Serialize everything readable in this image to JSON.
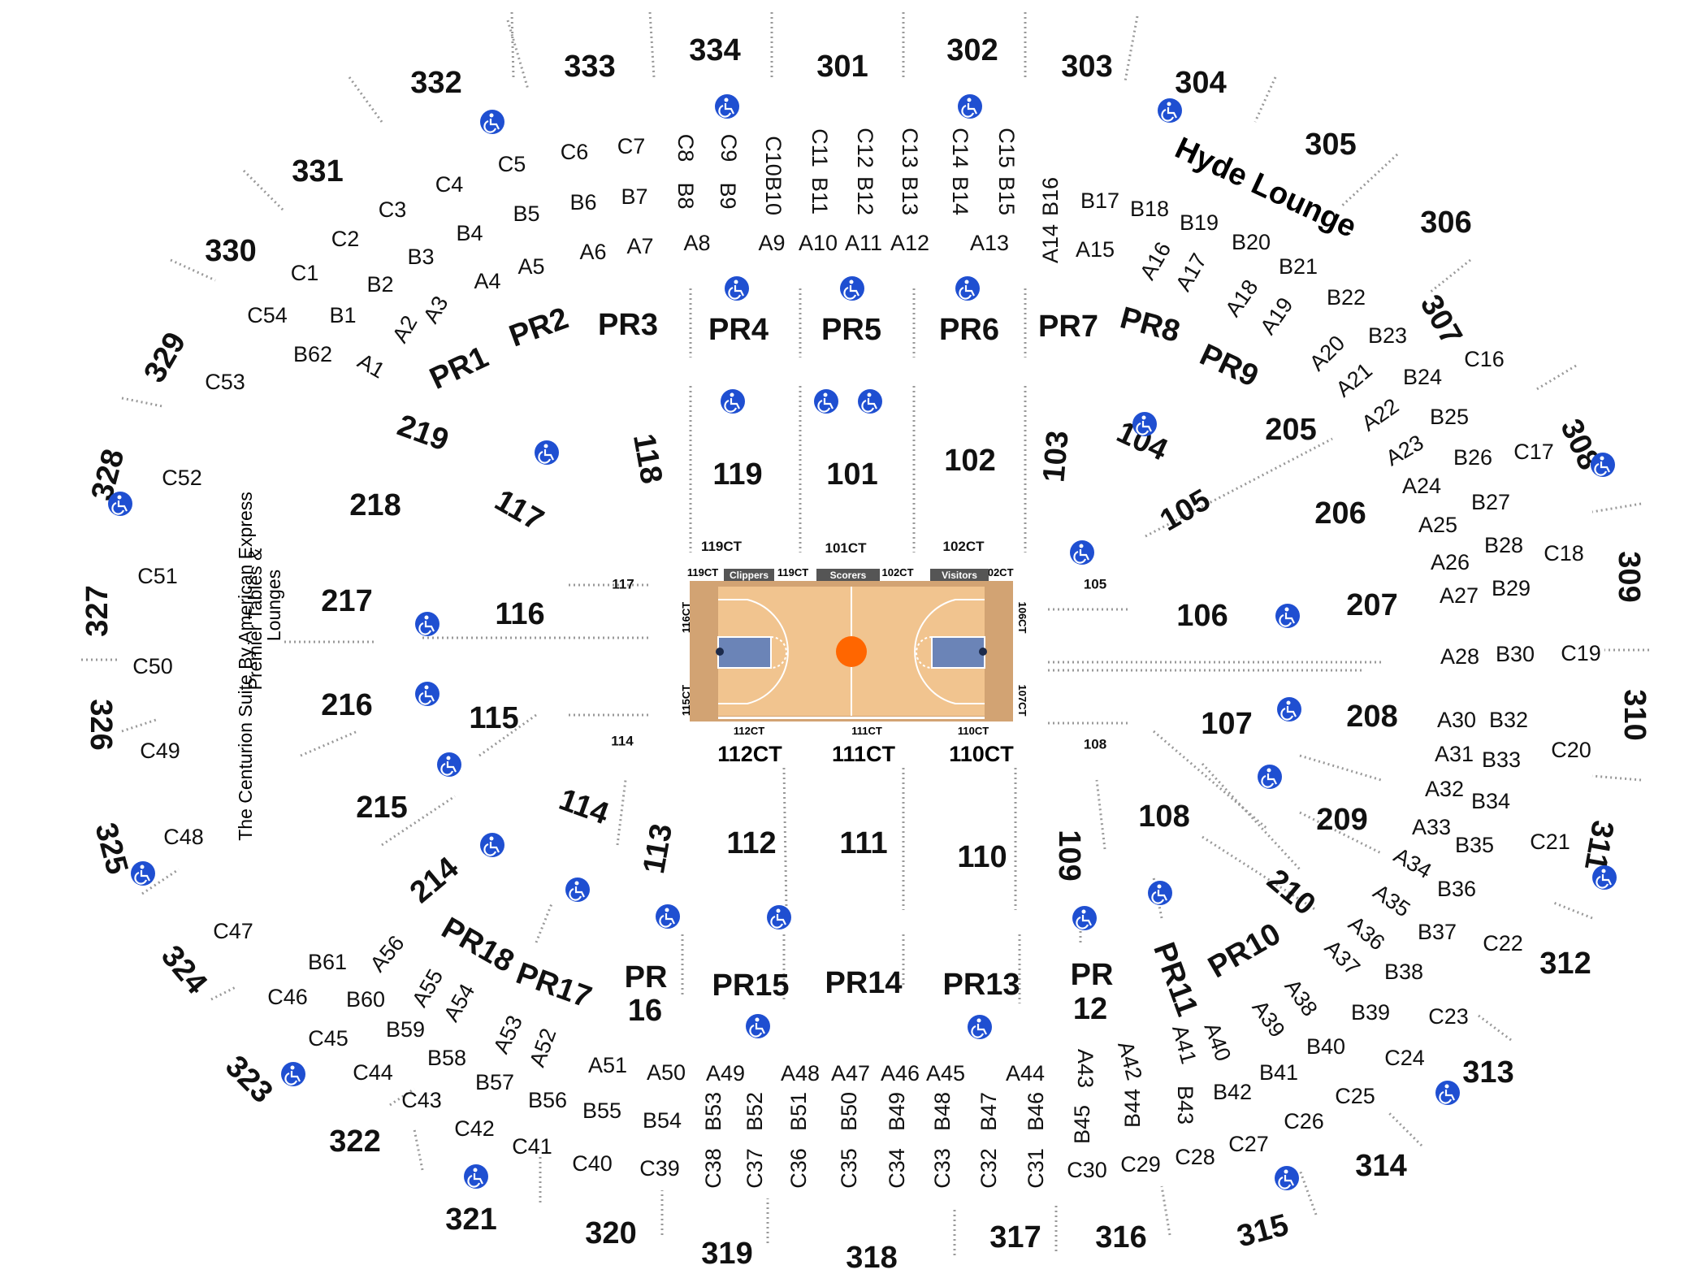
{
  "court": {
    "team_home": "Clippers",
    "team_scorers": "Scorers",
    "team_visitors": "Visitors",
    "ct_labels": {
      "c119": "119CT",
      "c101": "101CT",
      "c102": "102CT",
      "c119s": "119CT",
      "c119s2": "119CT",
      "c102s": "102CT",
      "c102s2": "102CT",
      "c116": "116CT",
      "c115": "115CT",
      "c106": "106CT",
      "c107": "107CT",
      "c112s": "112CT",
      "c111s": "111CT",
      "c110s": "110CT",
      "c112": "112CT",
      "c111": "111CT",
      "c110": "110CT"
    },
    "colors": {
      "floor": "#f1c48f",
      "paint": "#6b84b7",
      "apron": "#d2a373",
      "ball": "#ff6600"
    }
  },
  "lounges": {
    "hyde": "Hyde Lounge",
    "centurion": "The Centurion Suite By American Express",
    "premier": "Premier Tables & Lounges"
  },
  "accessible_icon": "wheelchair-icon",
  "accessible_color": "#1f4fd1",
  "sections": {
    "big": [
      {
        "id": "s332",
        "t": "332"
      },
      {
        "id": "s333",
        "t": "333"
      },
      {
        "id": "s334",
        "t": "334"
      },
      {
        "id": "s301",
        "t": "301"
      },
      {
        "id": "s302",
        "t": "302"
      },
      {
        "id": "s303",
        "t": "303"
      },
      {
        "id": "s304",
        "t": "304"
      },
      {
        "id": "s305",
        "t": "305"
      },
      {
        "id": "s306",
        "t": "306"
      },
      {
        "id": "s307",
        "t": "307"
      },
      {
        "id": "s331",
        "t": "331"
      },
      {
        "id": "s330",
        "t": "330"
      },
      {
        "id": "s329",
        "t": "329"
      },
      {
        "id": "s328",
        "t": "328"
      },
      {
        "id": "s327",
        "t": "327"
      },
      {
        "id": "s326",
        "t": "326"
      },
      {
        "id": "s325",
        "t": "325"
      },
      {
        "id": "s324",
        "t": "324"
      },
      {
        "id": "s323",
        "t": "323"
      },
      {
        "id": "s322",
        "t": "322"
      },
      {
        "id": "s321",
        "t": "321"
      },
      {
        "id": "s320",
        "t": "320"
      },
      {
        "id": "s319",
        "t": "319"
      },
      {
        "id": "s318",
        "t": "318"
      },
      {
        "id": "s317",
        "t": "317"
      },
      {
        "id": "s316",
        "t": "316"
      },
      {
        "id": "s315",
        "t": "315"
      },
      {
        "id": "s314",
        "t": "314"
      },
      {
        "id": "s313",
        "t": "313"
      },
      {
        "id": "s312",
        "t": "312"
      },
      {
        "id": "s311",
        "t": "311"
      },
      {
        "id": "s310",
        "t": "310"
      },
      {
        "id": "s309",
        "t": "309"
      },
      {
        "id": "s308",
        "t": "308"
      },
      {
        "id": "s219",
        "t": "219"
      },
      {
        "id": "s218",
        "t": "218"
      },
      {
        "id": "s217",
        "t": "217"
      },
      {
        "id": "s216",
        "t": "216"
      },
      {
        "id": "s215",
        "t": "215"
      },
      {
        "id": "s214",
        "t": "214"
      },
      {
        "id": "s205",
        "t": "205"
      },
      {
        "id": "s206",
        "t": "206"
      },
      {
        "id": "s207",
        "t": "207"
      },
      {
        "id": "s208",
        "t": "208"
      },
      {
        "id": "s209",
        "t": "209"
      },
      {
        "id": "s210",
        "t": "210"
      },
      {
        "id": "s117",
        "t": "117"
      },
      {
        "id": "s118",
        "t": "118"
      },
      {
        "id": "s119",
        "t": "119"
      },
      {
        "id": "s101",
        "t": "101"
      },
      {
        "id": "s102",
        "t": "102"
      },
      {
        "id": "s103",
        "t": "103"
      },
      {
        "id": "s104",
        "t": "104"
      },
      {
        "id": "s105",
        "t": "105"
      },
      {
        "id": "s106",
        "t": "106"
      },
      {
        "id": "s107",
        "t": "107"
      },
      {
        "id": "s108",
        "t": "108"
      },
      {
        "id": "s109",
        "t": "109"
      },
      {
        "id": "s110",
        "t": "110"
      },
      {
        "id": "s111",
        "t": "111"
      },
      {
        "id": "s112",
        "t": "112"
      },
      {
        "id": "s113",
        "t": "113"
      },
      {
        "id": "s114",
        "t": "114"
      },
      {
        "id": "s115",
        "t": "115"
      },
      {
        "id": "s116",
        "t": "116"
      },
      {
        "id": "pr1",
        "t": "PR1"
      },
      {
        "id": "pr2",
        "t": "PR2"
      },
      {
        "id": "pr3",
        "t": "PR3"
      },
      {
        "id": "pr4",
        "t": "PR4"
      },
      {
        "id": "pr5",
        "t": "PR5"
      },
      {
        "id": "pr6",
        "t": "PR6"
      },
      {
        "id": "pr7",
        "t": "PR7"
      },
      {
        "id": "pr8",
        "t": "PR8"
      },
      {
        "id": "pr9",
        "t": "PR9"
      },
      {
        "id": "pr10",
        "t": "PR10"
      },
      {
        "id": "pr11",
        "t": "PR11"
      },
      {
        "id": "pr12a",
        "t": "PR"
      },
      {
        "id": "pr12b",
        "t": "12"
      },
      {
        "id": "pr13",
        "t": "PR13"
      },
      {
        "id": "pr14",
        "t": "PR14"
      },
      {
        "id": "pr15",
        "t": "PR15"
      },
      {
        "id": "pr16a",
        "t": "PR"
      },
      {
        "id": "pr16b",
        "t": "16"
      },
      {
        "id": "pr17",
        "t": "PR17"
      },
      {
        "id": "pr18",
        "t": "PR18"
      }
    ],
    "mid": [
      {
        "id": "c1",
        "t": "C1"
      },
      {
        "id": "c2",
        "t": "C2"
      },
      {
        "id": "c3",
        "t": "C3"
      },
      {
        "id": "c4",
        "t": "C4"
      },
      {
        "id": "c5",
        "t": "C5"
      },
      {
        "id": "c6",
        "t": "C6"
      },
      {
        "id": "c7",
        "t": "C7"
      },
      {
        "id": "c8",
        "t": "C8"
      },
      {
        "id": "c9",
        "t": "C9"
      },
      {
        "id": "c10",
        "t": "C10"
      },
      {
        "id": "c11",
        "t": "C11"
      },
      {
        "id": "c12",
        "t": "C12"
      },
      {
        "id": "c13",
        "t": "C13"
      },
      {
        "id": "c14",
        "t": "C14"
      },
      {
        "id": "c15",
        "t": "C15"
      },
      {
        "id": "c16",
        "t": "C16"
      },
      {
        "id": "c17",
        "t": "C17"
      },
      {
        "id": "c18",
        "t": "C18"
      },
      {
        "id": "c19",
        "t": "C19"
      },
      {
        "id": "c20",
        "t": "C20"
      },
      {
        "id": "c21",
        "t": "C21"
      },
      {
        "id": "c22",
        "t": "C22"
      },
      {
        "id": "c23",
        "t": "C23"
      },
      {
        "id": "c24",
        "t": "C24"
      },
      {
        "id": "c25",
        "t": "C25"
      },
      {
        "id": "c26",
        "t": "C26"
      },
      {
        "id": "c27",
        "t": "C27"
      },
      {
        "id": "c28",
        "t": "C28"
      },
      {
        "id": "c29",
        "t": "C29"
      },
      {
        "id": "c30",
        "t": "C30"
      },
      {
        "id": "c31",
        "t": "C31"
      },
      {
        "id": "c32",
        "t": "C32"
      },
      {
        "id": "c33",
        "t": "C33"
      },
      {
        "id": "c34",
        "t": "C34"
      },
      {
        "id": "c35",
        "t": "C35"
      },
      {
        "id": "c36",
        "t": "C36"
      },
      {
        "id": "c37",
        "t": "C37"
      },
      {
        "id": "c38",
        "t": "C38"
      },
      {
        "id": "c39",
        "t": "C39"
      },
      {
        "id": "c40",
        "t": "C40"
      },
      {
        "id": "c41",
        "t": "C41"
      },
      {
        "id": "c42",
        "t": "C42"
      },
      {
        "id": "c43",
        "t": "C43"
      },
      {
        "id": "c44",
        "t": "C44"
      },
      {
        "id": "c45",
        "t": "C45"
      },
      {
        "id": "c46",
        "t": "C46"
      },
      {
        "id": "c47",
        "t": "C47"
      },
      {
        "id": "c48",
        "t": "C48"
      },
      {
        "id": "c49",
        "t": "C49"
      },
      {
        "id": "c50",
        "t": "C50"
      },
      {
        "id": "c51",
        "t": "C51"
      },
      {
        "id": "c52",
        "t": "C52"
      },
      {
        "id": "c53",
        "t": "C53"
      },
      {
        "id": "c54",
        "t": "C54"
      },
      {
        "id": "b1",
        "t": "B1"
      },
      {
        "id": "b2",
        "t": "B2"
      },
      {
        "id": "b3",
        "t": "B3"
      },
      {
        "id": "b4",
        "t": "B4"
      },
      {
        "id": "b5",
        "t": "B5"
      },
      {
        "id": "b6",
        "t": "B6"
      },
      {
        "id": "b7",
        "t": "B7"
      },
      {
        "id": "b8",
        "t": "B8"
      },
      {
        "id": "b9",
        "t": "B9"
      },
      {
        "id": "b10",
        "t": "B10"
      },
      {
        "id": "b11",
        "t": "B11"
      },
      {
        "id": "b12",
        "t": "B12"
      },
      {
        "id": "b13",
        "t": "B13"
      },
      {
        "id": "b14",
        "t": "B14"
      },
      {
        "id": "b15",
        "t": "B15"
      },
      {
        "id": "b16",
        "t": "B16"
      },
      {
        "id": "b17",
        "t": "B17"
      },
      {
        "id": "b18",
        "t": "B18"
      },
      {
        "id": "b19",
        "t": "B19"
      },
      {
        "id": "b20",
        "t": "B20"
      },
      {
        "id": "b21",
        "t": "B21"
      },
      {
        "id": "b22",
        "t": "B22"
      },
      {
        "id": "b23",
        "t": "B23"
      },
      {
        "id": "b24",
        "t": "B24"
      },
      {
        "id": "b25",
        "t": "B25"
      },
      {
        "id": "b26",
        "t": "B26"
      },
      {
        "id": "b27",
        "t": "B27"
      },
      {
        "id": "b28",
        "t": "B28"
      },
      {
        "id": "b29",
        "t": "B29"
      },
      {
        "id": "b30",
        "t": "B30"
      },
      {
        "id": "b32",
        "t": "B32"
      },
      {
        "id": "b33",
        "t": "B33"
      },
      {
        "id": "b34",
        "t": "B34"
      },
      {
        "id": "b35",
        "t": "B35"
      },
      {
        "id": "b36",
        "t": "B36"
      },
      {
        "id": "b37",
        "t": "B37"
      },
      {
        "id": "b38",
        "t": "B38"
      },
      {
        "id": "b39",
        "t": "B39"
      },
      {
        "id": "b40",
        "t": "B40"
      },
      {
        "id": "b41",
        "t": "B41"
      },
      {
        "id": "b42",
        "t": "B42"
      },
      {
        "id": "b43",
        "t": "B43"
      },
      {
        "id": "b44",
        "t": "B44"
      },
      {
        "id": "b45",
        "t": "B45"
      },
      {
        "id": "b46",
        "t": "B46"
      },
      {
        "id": "b47",
        "t": "B47"
      },
      {
        "id": "b48",
        "t": "B48"
      },
      {
        "id": "b49",
        "t": "B49"
      },
      {
        "id": "b50",
        "t": "B50"
      },
      {
        "id": "b51",
        "t": "B51"
      },
      {
        "id": "b52",
        "t": "B52"
      },
      {
        "id": "b53",
        "t": "B53"
      },
      {
        "id": "b54",
        "t": "B54"
      },
      {
        "id": "b55",
        "t": "B55"
      },
      {
        "id": "b56",
        "t": "B56"
      },
      {
        "id": "b57",
        "t": "B57"
      },
      {
        "id": "b58",
        "t": "B58"
      },
      {
        "id": "b59",
        "t": "B59"
      },
      {
        "id": "b60",
        "t": "B60"
      },
      {
        "id": "b61",
        "t": "B61"
      },
      {
        "id": "b62",
        "t": "B62"
      },
      {
        "id": "a1",
        "t": "A1"
      },
      {
        "id": "a2",
        "t": "A2"
      },
      {
        "id": "a3",
        "t": "A3"
      },
      {
        "id": "a4",
        "t": "A4"
      },
      {
        "id": "a5",
        "t": "A5"
      },
      {
        "id": "a6",
        "t": "A6"
      },
      {
        "id": "a7",
        "t": "A7"
      },
      {
        "id": "a8",
        "t": "A8"
      },
      {
        "id": "a9",
        "t": "A9"
      },
      {
        "id": "a10",
        "t": "A10"
      },
      {
        "id": "a11",
        "t": "A11"
      },
      {
        "id": "a12",
        "t": "A12"
      },
      {
        "id": "a13",
        "t": "A13"
      },
      {
        "id": "a14",
        "t": "A14"
      },
      {
        "id": "a15",
        "t": "A15"
      },
      {
        "id": "a16",
        "t": "A16"
      },
      {
        "id": "a17",
        "t": "A17"
      },
      {
        "id": "a18",
        "t": "A18"
      },
      {
        "id": "a19",
        "t": "A19"
      },
      {
        "id": "a20",
        "t": "A20"
      },
      {
        "id": "a21",
        "t": "A21"
      },
      {
        "id": "a22",
        "t": "A22"
      },
      {
        "id": "a23",
        "t": "A23"
      },
      {
        "id": "a24",
        "t": "A24"
      },
      {
        "id": "a25",
        "t": "A25"
      },
      {
        "id": "a26",
        "t": "A26"
      },
      {
        "id": "a27",
        "t": "A27"
      },
      {
        "id": "a28",
        "t": "A28"
      },
      {
        "id": "a30",
        "t": "A30"
      },
      {
        "id": "a31",
        "t": "A31"
      },
      {
        "id": "a32",
        "t": "A32"
      },
      {
        "id": "a33",
        "t": "A33"
      },
      {
        "id": "a34",
        "t": "A34"
      },
      {
        "id": "a35",
        "t": "A35"
      },
      {
        "id": "a36",
        "t": "A36"
      },
      {
        "id": "a37",
        "t": "A37"
      },
      {
        "id": "a38",
        "t": "A38"
      },
      {
        "id": "a39",
        "t": "A39"
      },
      {
        "id": "a40",
        "t": "A40"
      },
      {
        "id": "a41",
        "t": "A41"
      },
      {
        "id": "a42",
        "t": "A42"
      },
      {
        "id": "a43",
        "t": "A43"
      },
      {
        "id": "a44",
        "t": "A44"
      },
      {
        "id": "a45",
        "t": "A45"
      },
      {
        "id": "a46",
        "t": "A46"
      },
      {
        "id": "a47",
        "t": "A47"
      },
      {
        "id": "a48",
        "t": "A48"
      },
      {
        "id": "a49",
        "t": "A49"
      },
      {
        "id": "a50",
        "t": "A50"
      },
      {
        "id": "a51",
        "t": "A51"
      },
      {
        "id": "a52",
        "t": "A52"
      },
      {
        "id": "a53",
        "t": "A53"
      },
      {
        "id": "a54",
        "t": "A54"
      },
      {
        "id": "a55",
        "t": "A55"
      },
      {
        "id": "a56",
        "t": "A56"
      }
    ],
    "court_side": [
      {
        "id": "cs117",
        "t": "117"
      },
      {
        "id": "cs114",
        "t": "114"
      },
      {
        "id": "cs105",
        "t": "105"
      },
      {
        "id": "cs108",
        "t": "108"
      }
    ]
  }
}
